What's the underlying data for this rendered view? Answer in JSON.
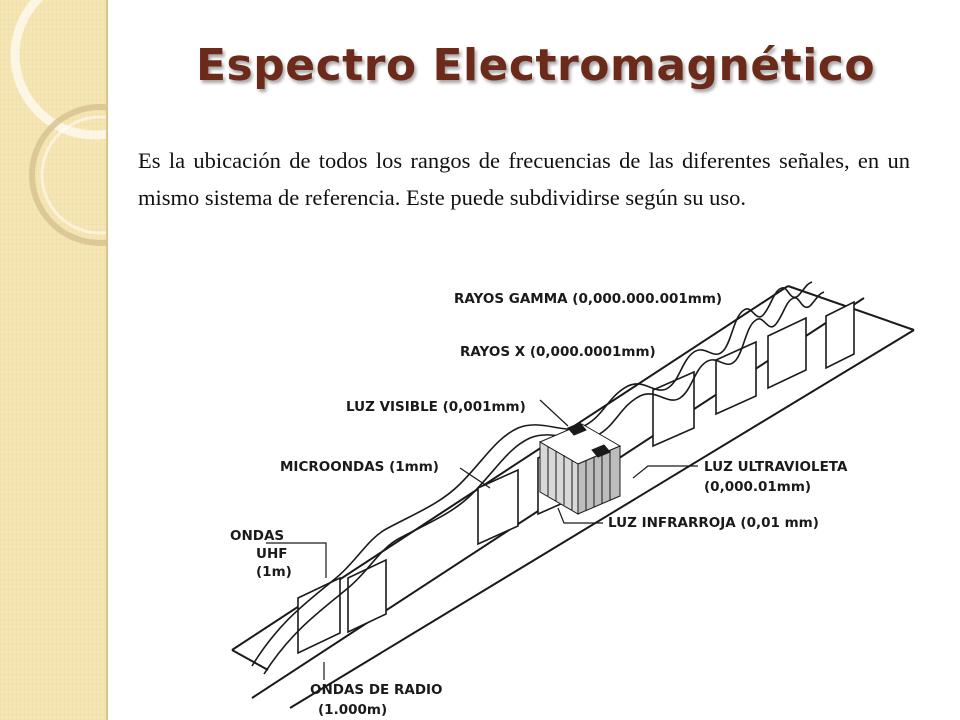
{
  "slide": {
    "title": "Espectro Electromagnético",
    "body": "Es la ubicación de todos los rangos de frecuencias de las diferentes señales, en un mismo sistema de referencia. Este puede subdividirse según su uso."
  },
  "diagram": {
    "labels": {
      "gamma": "RAYOS GAMMA (0,000.000.001mm)",
      "xray": "RAYOS X (0,000.0001mm)",
      "visible": "LUZ VISIBLE (0,001mm)",
      "micro": "MICROONDAS (1mm)",
      "uv_1": "LUZ ULTRAVIOLETA",
      "uv_2": "(0,000.01mm)",
      "ir": "LUZ INFRARROJA (0,01 mm)",
      "uhf_1": "ONDAS",
      "uhf_2": "UHF",
      "uhf_3": "(1m)",
      "radio_1": "ONDAS DE RADIO",
      "radio_2": "(1.000m)"
    }
  }
}
